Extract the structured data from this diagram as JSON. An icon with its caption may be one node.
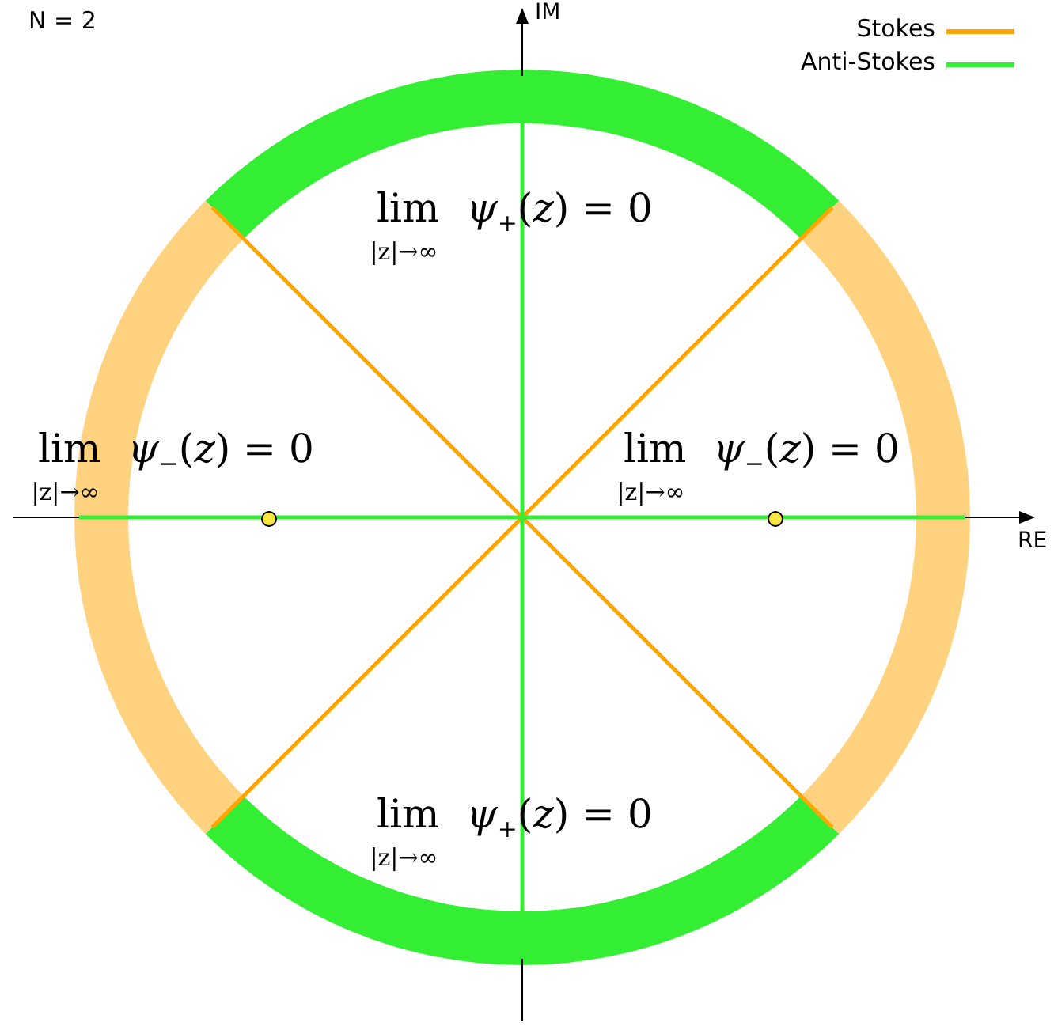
{
  "diagram": {
    "labels": [
      "N =  2",
      "IM",
      "RE",
      "lim$_{|z|→∞}$ *ψ*$_{+}$(*z*) = 0",
      "lim$_{|z|→∞}$ *ψ*$_{−}$(*z*) = 0",
      "lim$_{|z|→∞}$ *ψ*$_{−}$(*z*) = 0",
      "lim$_{|z|→∞}$ *ψ*$_{+}$(*z*) = 0"
    ],
    "legend": [
      {
        "text": "Stokes",
        "color": "#ffa500"
      },
      {
        "text": "Anti-Stokes",
        "color": "#33ee33"
      }
    ]
  }
}
